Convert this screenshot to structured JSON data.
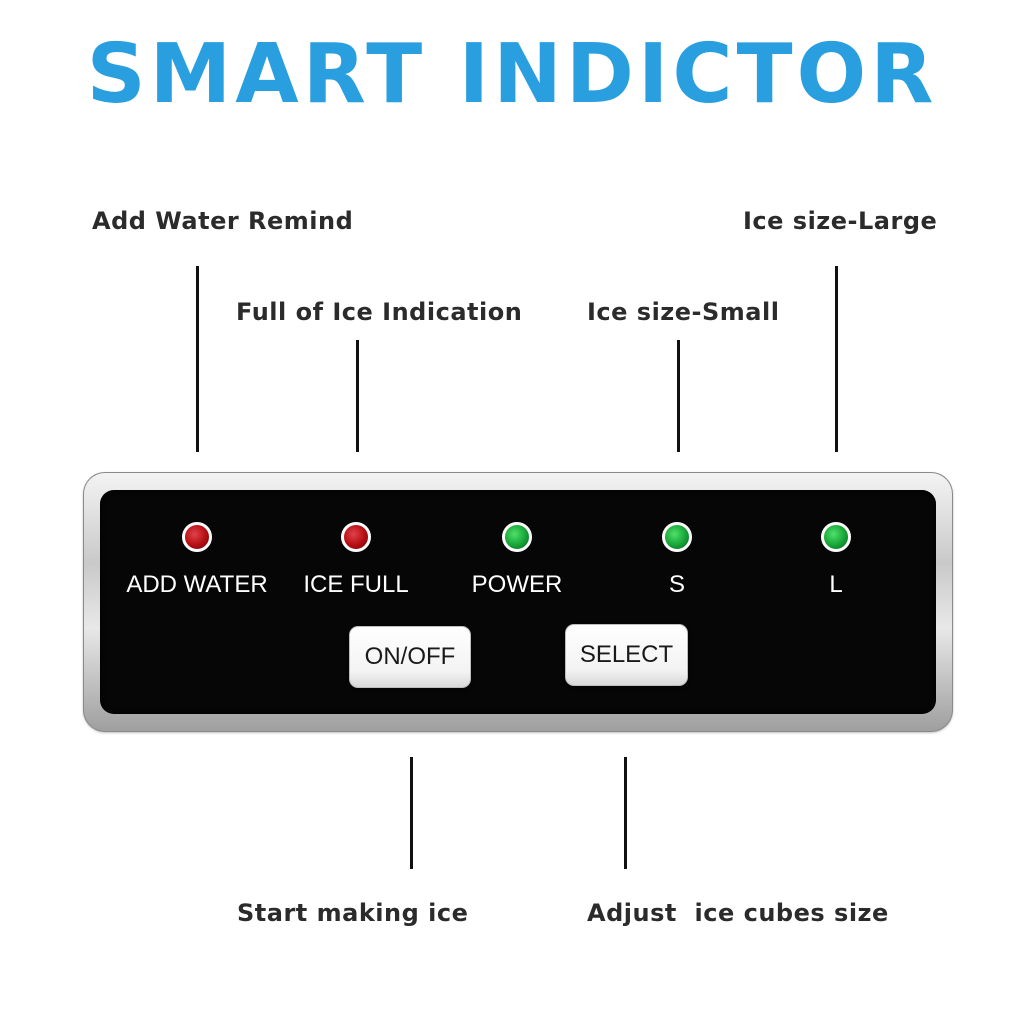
{
  "title": "SMART INDICTOR",
  "callouts": {
    "add_water_remind": "Add Water Remind",
    "full_of_ice_indication": "Full of Ice Indication",
    "ice_size_small": "Ice size-Small",
    "ice_size_large": "Ice size-Large",
    "start_making_ice": "Start making ice",
    "adjust_ice_cubes_size": "Adjust  ice cubes size"
  },
  "panel": {
    "indicators": [
      {
        "label": "ADD WATER",
        "color": "#b40d12"
      },
      {
        "label": "ICE FULL",
        "color": "#b40d12"
      },
      {
        "label": "POWER",
        "color": "#15a336"
      },
      {
        "label": "S",
        "color": "#15a336"
      },
      {
        "label": "L",
        "color": "#15a336"
      }
    ],
    "buttons": {
      "on_off": "ON/OFF",
      "select": "SELECT"
    }
  },
  "colors": {
    "title": "#2a9fe0",
    "panel": "#060606",
    "led_red": "#b40d12",
    "led_green": "#15a336"
  }
}
